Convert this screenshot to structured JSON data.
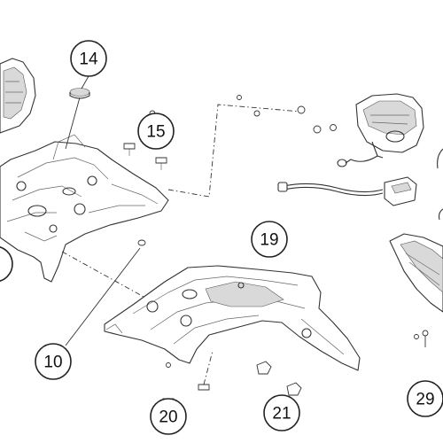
{
  "diagram": {
    "callouts": [
      {
        "label": "14"
      },
      {
        "label": "15"
      },
      {
        "label": "19"
      },
      {
        "label": "10"
      },
      {
        "label": "20"
      },
      {
        "label": "21"
      },
      {
        "label": "29"
      }
    ],
    "colors": {
      "line": "#333333",
      "background": "#ffffff",
      "shading": "#d9d9d9"
    }
  }
}
